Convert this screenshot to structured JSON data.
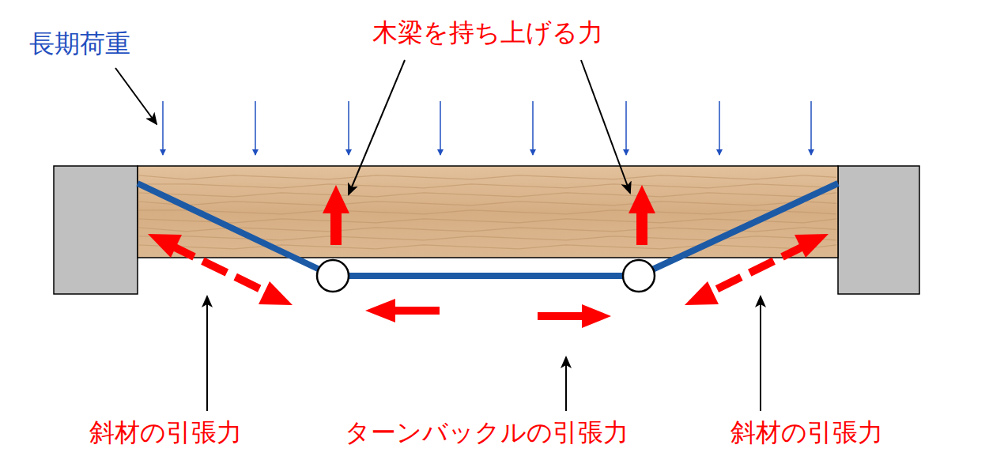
{
  "diagram": {
    "labels": [
      "長期荷重",
      "木梁を持ち上げる力",
      "斜材の引張力",
      "ターンバックルの引張力",
      "斜材の引張力"
    ]
  }
}
